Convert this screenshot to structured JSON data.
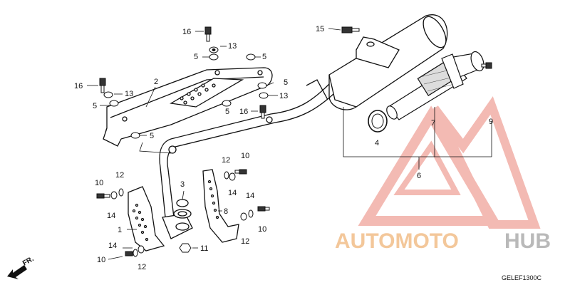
{
  "callouts": {
    "c1": "1",
    "c2": "2",
    "c3": "3",
    "c4": "4",
    "c5": "5",
    "c6": "6",
    "c7": "7",
    "c8": "8",
    "c9": "9",
    "c10": "10",
    "c11": "11",
    "c12": "12",
    "c13": "13",
    "c14": "14",
    "c15": "15",
    "c16": "16"
  },
  "front_marker": "FR.",
  "diagram_code": "GELEF1300C",
  "watermark": {
    "brand_part1": "AUTOMOTO",
    "brand_part2": "HUB",
    "accent_color": "#f0a39a",
    "text_color_1": "#f3c79a",
    "text_color_2": "#b9b9b9"
  }
}
